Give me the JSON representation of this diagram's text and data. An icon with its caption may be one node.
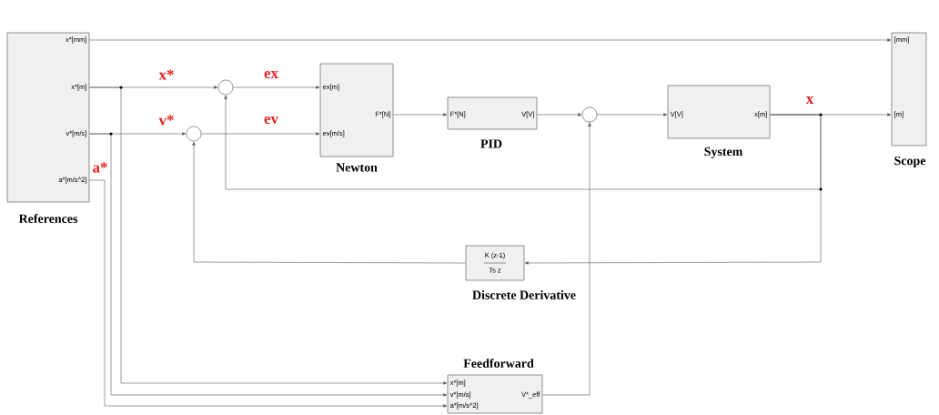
{
  "diagram": {
    "nodes": [
      {
        "text": [
          "x*[mm]",
          "x*[m]",
          "v*[m/s]",
          "a*[m/s^2]",
          "References"
        ]
      },
      {
        "text": [],
        "shape": "circle"
      },
      {
        "text": [],
        "shape": "circle"
      },
      {
        "text": [
          "ex[m]",
          "ev[m/s]",
          "F*[N]",
          "Newton"
        ]
      },
      {
        "text": [
          "F*[N]",
          "V[V]",
          "PID"
        ]
      },
      {
        "text": [],
        "shape": "circle"
      },
      {
        "text": [
          "V[V]",
          "x[m]",
          "System"
        ]
      },
      {
        "text": [
          "[mm]",
          "[m]",
          "Scope"
        ]
      },
      {
        "text": [
          "K (z-1)",
          "Ts z",
          "Discrete Derivative"
        ]
      },
      {
        "text": [
          "x*[m]",
          "v*[m/s]",
          "a*[m/s^2]",
          "V*_eff",
          "Feedforward"
        ]
      }
    ],
    "edges": [
      {
        "from": 0,
        "to": 7,
        "arrow": "to"
      },
      {
        "from": 0,
        "to": 1,
        "arrow": "to",
        "label": "x*"
      },
      {
        "from": 0,
        "to": 2,
        "arrow": "to",
        "label": "v*"
      },
      {
        "from": 1,
        "to": 3,
        "arrow": "to",
        "label": "ex"
      },
      {
        "from": 2,
        "to": 3,
        "arrow": "to",
        "label": "ev"
      },
      {
        "from": 3,
        "to": 4,
        "arrow": "to"
      },
      {
        "from": 4,
        "to": 5,
        "arrow": "to"
      },
      {
        "from": 5,
        "to": 6,
        "arrow": "to"
      },
      {
        "from": 6,
        "to": 7,
        "arrow": "to",
        "label": "x"
      },
      {
        "from": 6,
        "to": 1,
        "arrow": "to"
      },
      {
        "from": 6,
        "to": 8,
        "arrow": "to"
      },
      {
        "from": 8,
        "to": 2,
        "arrow": "to"
      },
      {
        "from": 0,
        "to": 9,
        "arrow": "to"
      },
      {
        "from": 0,
        "to": 9,
        "arrow": "to"
      },
      {
        "from": 0,
        "to": 9,
        "arrow": "to",
        "label": "a*"
      },
      {
        "from": 9,
        "to": 5,
        "arrow": "to"
      }
    ]
  }
}
